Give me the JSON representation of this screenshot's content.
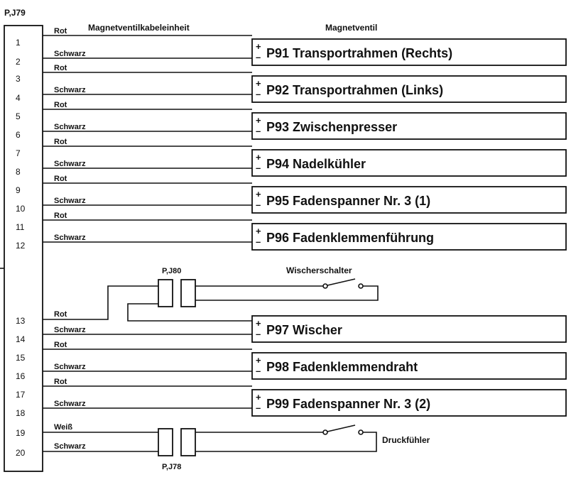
{
  "connector_main": {
    "label": "P,J79"
  },
  "headers": {
    "cable_unit": "Magnetventilkabeleinheit",
    "valve": "Magnetventil"
  },
  "pins": [
    "1",
    "2",
    "3",
    "4",
    "5",
    "6",
    "7",
    "8",
    "9",
    "10",
    "11",
    "12",
    "13",
    "14",
    "15",
    "16",
    "17",
    "18",
    "19",
    "20"
  ],
  "wire_colors": {
    "red": "Rot",
    "black": "Schwarz",
    "white": "Weiß"
  },
  "valves": [
    {
      "label": "P91 Transportrahmen (Rechts)"
    },
    {
      "label": "P92 Transportrahmen (Links)"
    },
    {
      "label": "P93 Zwischenpresser"
    },
    {
      "label": "P94 Nadelkühler"
    },
    {
      "label": "P95 Fadenspanner Nr. 3 (1)"
    },
    {
      "label": "P96 Fadenklemmenführung"
    },
    {
      "label": "P97 Wischer"
    },
    {
      "label": "P98 Fadenklemmendraht"
    },
    {
      "label": "P99 Fadenspanner Nr. 3 (2)"
    }
  ],
  "polarity": {
    "plus": "+",
    "minus": "–"
  },
  "wiper_connector": {
    "label": "P,J80"
  },
  "wiper_switch": {
    "label": "Wischerschalter"
  },
  "sensor_connector": {
    "label": "P,J78"
  },
  "pressure_sensor": {
    "label": "Druckfühler"
  }
}
